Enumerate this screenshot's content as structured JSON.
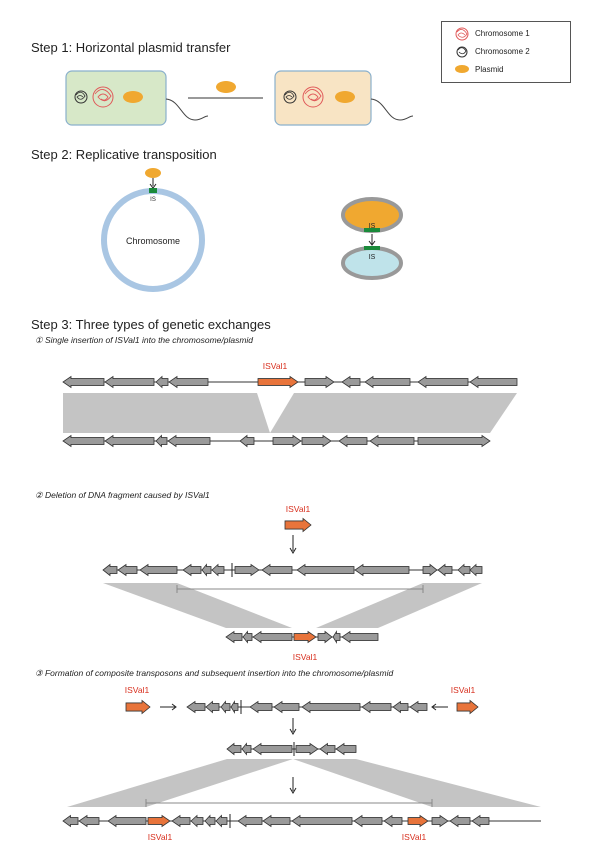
{
  "legend": {
    "chromosome1": "Chromosome 1",
    "chromosome2": "Chromosome 2",
    "plasmid": "Plasmid"
  },
  "step1": {
    "title": "Step 1:  Horizontal plasmid transfer"
  },
  "step2": {
    "title": "Step 2:  Replicative transposition",
    "chromosome_label": "Chromosome",
    "is_label": "IS"
  },
  "step3": {
    "title": "Step 3:  Three types of genetic exchanges",
    "sub1": "① Single insertion of ISVal1 into the chromosome/plasmid",
    "sub2": "② Deletion of DNA fragment caused by ISVal1",
    "sub3": "③ Formation of composite transposons and subsequent insertion into the chromosome/plasmid",
    "isval1": "ISVal1"
  },
  "colors": {
    "gene_fill": "#9a9a9a",
    "is_orange": "#e8743b",
    "is_label_red": "#d8301f",
    "plasmid_orange": "#f0a830",
    "chromosome_ring": "#a9c6e3",
    "cell1_fill": "#d7e8c8",
    "cell2_fill": "#f8e4c4",
    "is_green": "#1a8a3a",
    "synteny_gray": "#c4c4c4"
  },
  "icons": [
    "chromosome1-icon",
    "chromosome2-icon",
    "plasmid-icon"
  ]
}
